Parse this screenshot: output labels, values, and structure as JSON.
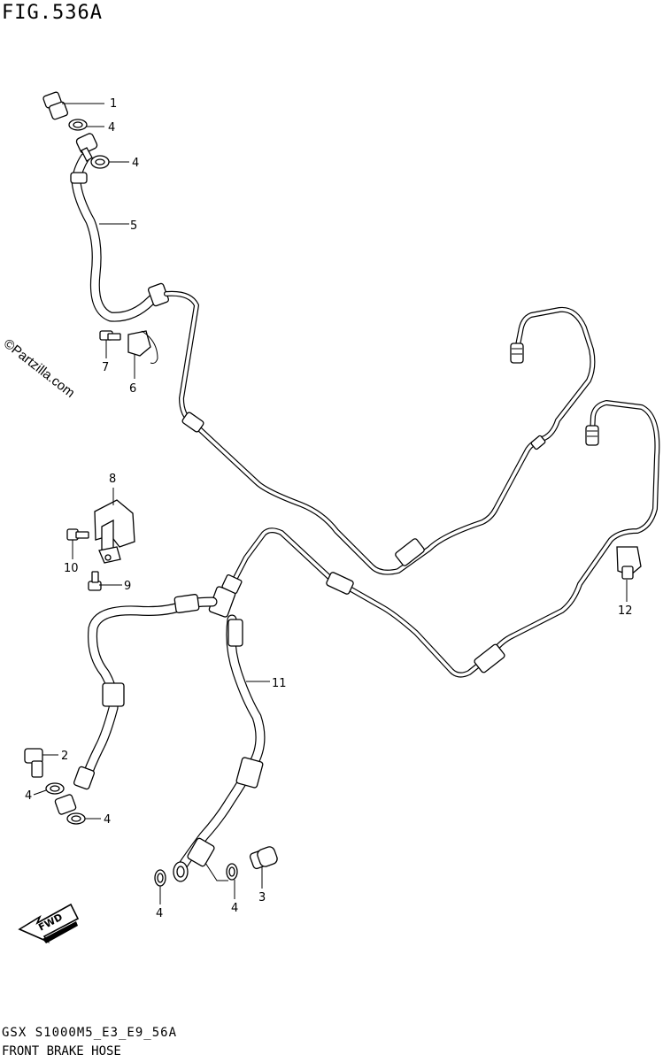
{
  "figure_title": "FIG.536A",
  "watermark": "©Partzilla.com",
  "footer_code": "GSX S1000M5_E3_E9_56A",
  "footer_name": "FRONT BRAKE HOSE",
  "fwd_label": "FWD",
  "callouts": [
    {
      "id": "c1a",
      "label": "1"
    },
    {
      "id": "c4a",
      "label": "4"
    },
    {
      "id": "c4b",
      "label": "4"
    },
    {
      "id": "c5",
      "label": "5"
    },
    {
      "id": "c7",
      "label": "7"
    },
    {
      "id": "c6",
      "label": "6"
    },
    {
      "id": "c8",
      "label": "8"
    },
    {
      "id": "c10",
      "label": "10"
    },
    {
      "id": "c9",
      "label": "9"
    },
    {
      "id": "c12",
      "label": "12"
    },
    {
      "id": "c11",
      "label": "11"
    },
    {
      "id": "c2",
      "label": "2"
    },
    {
      "id": "c4c",
      "label": "4"
    },
    {
      "id": "c4d",
      "label": "4"
    },
    {
      "id": "c4e",
      "label": "4"
    },
    {
      "id": "c4f",
      "label": "4"
    },
    {
      "id": "c3",
      "label": "3"
    }
  ]
}
